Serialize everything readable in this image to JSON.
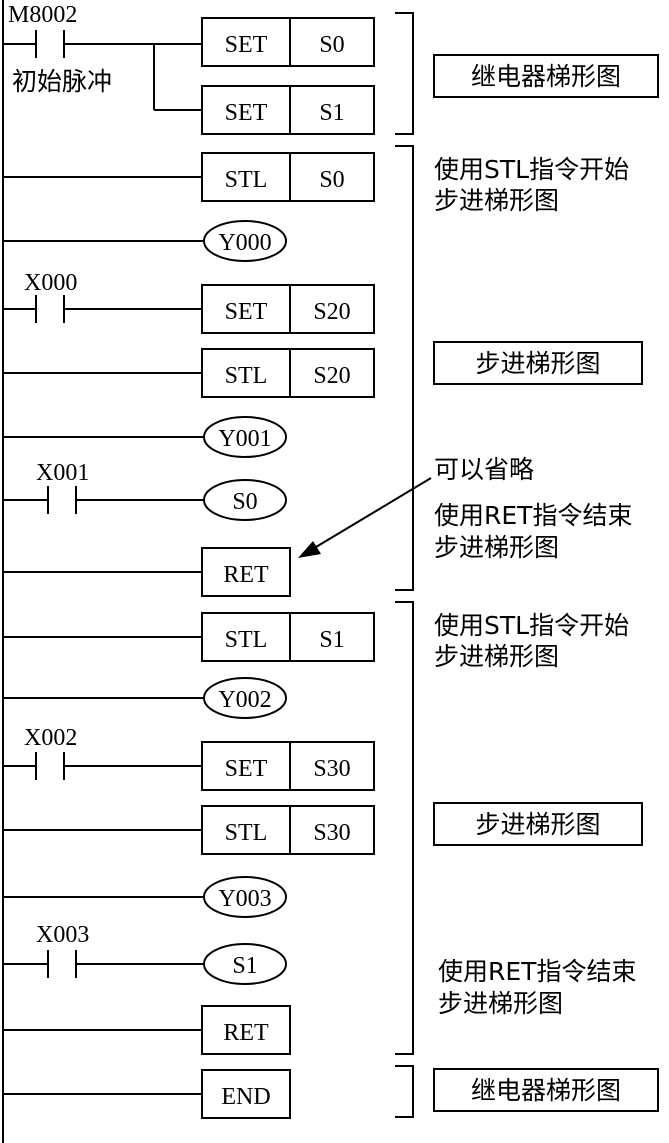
{
  "rungs": [
    {
      "contact": "M8002",
      "contact_note": "初始脉冲",
      "instruction": "SET",
      "operand": "S0"
    },
    {
      "instruction": "SET",
      "operand": "S1"
    },
    {
      "instruction": "STL",
      "operand": "S0"
    },
    {
      "coil": "Y000"
    },
    {
      "contact": "X000",
      "instruction": "SET",
      "operand": "S20"
    },
    {
      "instruction": "STL",
      "operand": "S20"
    },
    {
      "coil": "Y001"
    },
    {
      "contact": "X001",
      "coil": "S0"
    },
    {
      "instruction": "RET"
    },
    {
      "instruction": "STL",
      "operand": "S1"
    },
    {
      "coil": "Y002"
    },
    {
      "contact": "X002",
      "instruction": "SET",
      "operand": "S30"
    },
    {
      "instruction": "STL",
      "operand": "S30"
    },
    {
      "coil": "Y003"
    },
    {
      "contact": "X003",
      "coil": "S1"
    },
    {
      "instruction": "RET"
    },
    {
      "instruction": "END"
    }
  ],
  "annotations": {
    "relay_label_top": "继电器梯形图",
    "stl_start_1": [
      "使用STL指令开始",
      "步进梯形图"
    ],
    "step_label_1": "步进梯形图",
    "can_omit": "可以省略",
    "ret_end_1": [
      "使用RET指令结束",
      "步进梯形图"
    ],
    "stl_start_2": [
      "使用STL指令开始",
      "步进梯形图"
    ],
    "step_label_2": "步进梯形图",
    "ret_end_2": [
      "使用RET指令结束",
      "步进梯形图"
    ],
    "relay_label_bottom": "继电器梯形图"
  }
}
